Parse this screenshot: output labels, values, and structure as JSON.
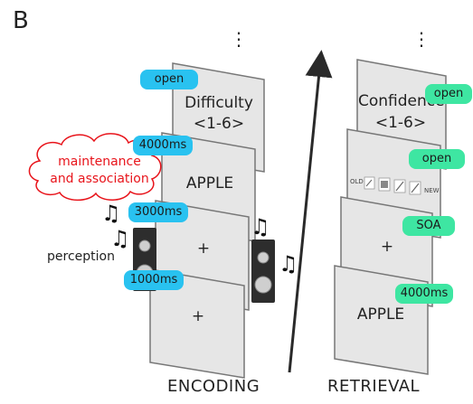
{
  "panel_label": "B",
  "encoding": {
    "label": "ENCODING",
    "ellipsis": "⋮",
    "screens": [
      {
        "text": "Difficulty",
        "subtext": "<1-6>",
        "badge": "open"
      },
      {
        "text": "APPLE",
        "badge": "4000ms"
      },
      {
        "text": "+",
        "badge": "3000ms"
      },
      {
        "text": "+",
        "badge": "1000ms"
      }
    ],
    "annotations": {
      "cloud_line1": "maintenance",
      "cloud_line2": "and association",
      "perception": "perception"
    }
  },
  "retrieval": {
    "label": "RETRIEVAL",
    "ellipsis": "⋮",
    "screens": [
      {
        "text": "Confidence",
        "subtext": "<1-6>",
        "badge": "open"
      },
      {
        "scale_left": "OLD",
        "scale_right": "NEW",
        "badge": "open"
      },
      {
        "text": "+",
        "badge": "SOA"
      },
      {
        "text": "APPLE",
        "badge": "4000ms"
      }
    ]
  },
  "colors": {
    "encoding_badge": "#29c2f0",
    "retrieval_badge": "#3ee6a2",
    "cloud_text": "#e8141b",
    "screen_fill": "#e6e6e6",
    "screen_border": "#777777"
  },
  "icons": [
    "speaker-icon",
    "music-note-icon",
    "cloud-icon",
    "time-arrow-icon"
  ]
}
